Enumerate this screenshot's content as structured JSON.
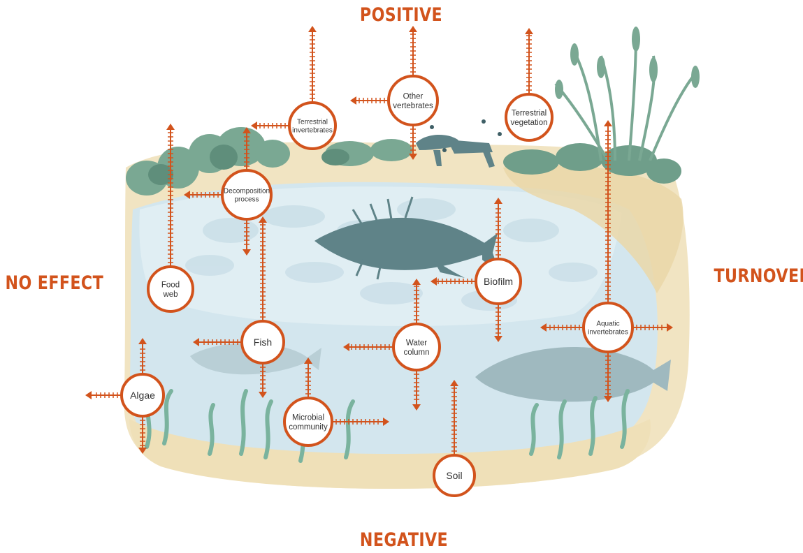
{
  "axes": {
    "top": "POSITIVE",
    "bottom": "NEGATIVE",
    "left": "NO EFFECT",
    "right": "TURNOVER"
  },
  "colors": {
    "accent": "#d2531c",
    "water": "#cfe3ec",
    "shore": "#efe0b8",
    "vegetation": "#6f9e8a",
    "silhouette": "#5f8388"
  },
  "nodes": [
    {
      "id": "terrestrial-invertebrates",
      "lines": [
        "Terrestrial",
        "invertebrates"
      ],
      "arrows": [
        "up",
        "left"
      ]
    },
    {
      "id": "other-vertebrates",
      "lines": [
        "Other",
        "vertebrates"
      ],
      "arrows": [
        "up",
        "left",
        "down"
      ]
    },
    {
      "id": "terrestrial-vegetation",
      "lines": [
        "Terrestrial",
        "vegetation"
      ],
      "arrows": [
        "up"
      ]
    },
    {
      "id": "decomposition-process",
      "lines": [
        "Decomposition",
        "process"
      ],
      "arrows": [
        "up",
        "left",
        "down"
      ]
    },
    {
      "id": "food-web",
      "lines": [
        "Food",
        "web"
      ],
      "arrows": [
        "up"
      ]
    },
    {
      "id": "biofilm",
      "lines": [
        "Biofilm"
      ],
      "arrows": [
        "up",
        "left",
        "down"
      ]
    },
    {
      "id": "fish",
      "lines": [
        "Fish"
      ],
      "arrows": [
        "up",
        "left",
        "down"
      ]
    },
    {
      "id": "water-column",
      "lines": [
        "Water",
        "column"
      ],
      "arrows": [
        "up",
        "left",
        "down"
      ]
    },
    {
      "id": "aquatic-invertebrates",
      "lines": [
        "Aquatic",
        "invertebrates"
      ],
      "arrows": [
        "up",
        "left",
        "right",
        "down"
      ]
    },
    {
      "id": "algae",
      "lines": [
        "Algae"
      ],
      "arrows": [
        "up",
        "left",
        "down"
      ]
    },
    {
      "id": "microbial-community",
      "lines": [
        "Microbial",
        "community"
      ],
      "arrows": [
        "up",
        "right"
      ]
    },
    {
      "id": "soil",
      "lines": [
        "Soil"
      ],
      "arrows": [
        "up"
      ]
    }
  ]
}
